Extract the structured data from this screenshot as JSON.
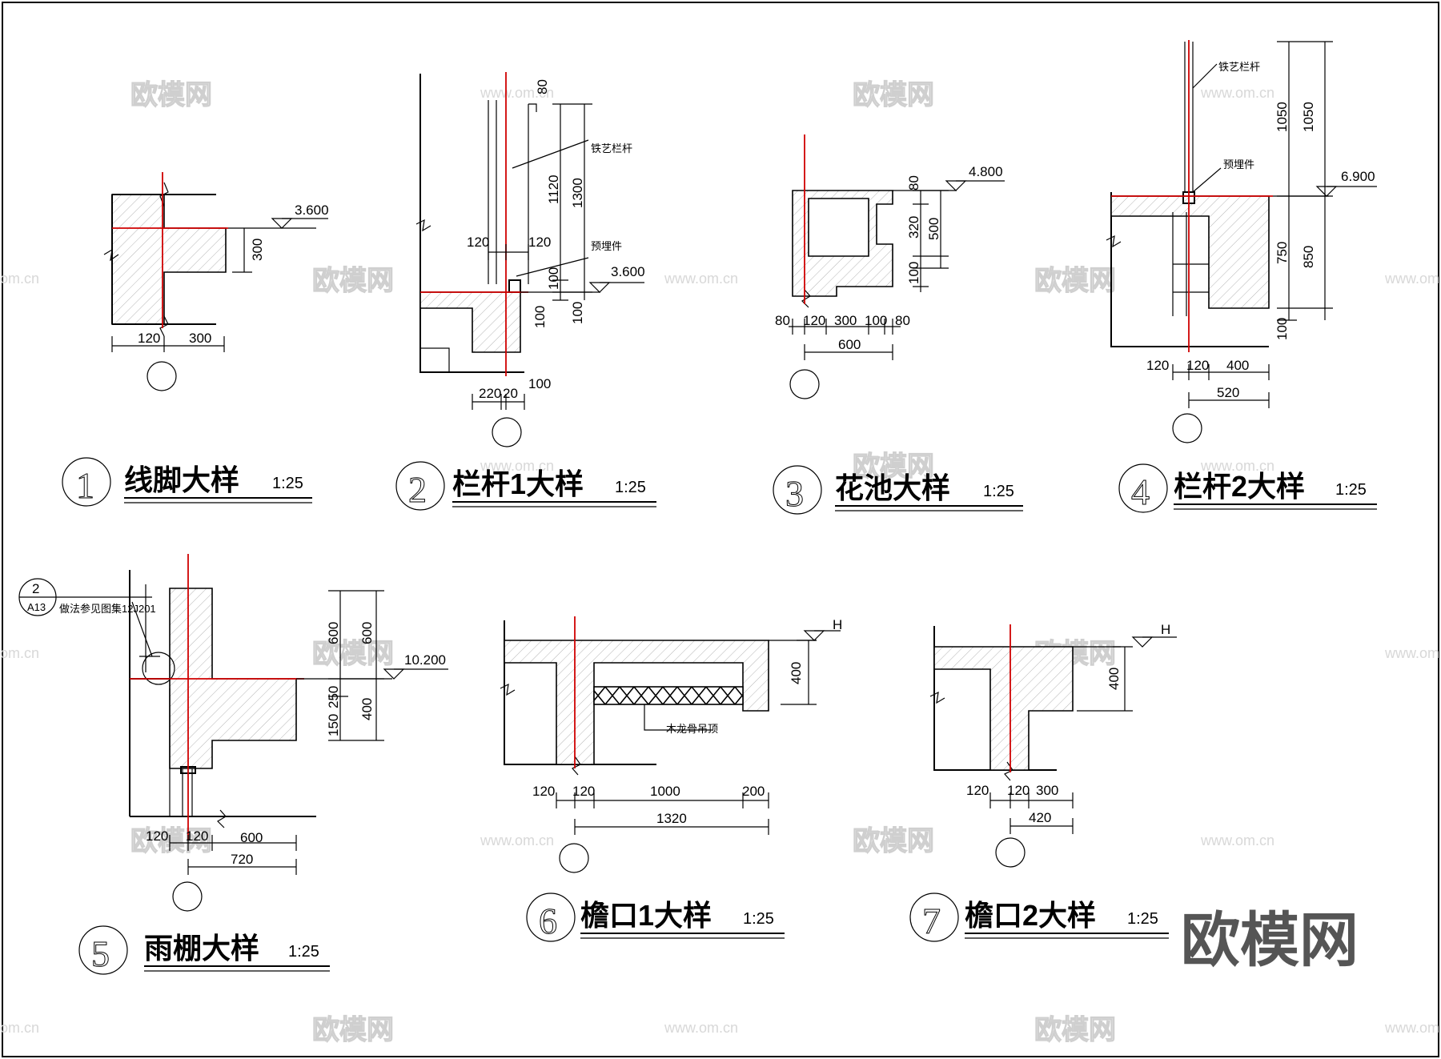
{
  "details": [
    {
      "id": "d1",
      "number": "1",
      "title": "线脚大样",
      "scale": "1:25",
      "elevation": "3.600",
      "dims": [
        "300",
        "120",
        "300"
      ]
    },
    {
      "id": "d2",
      "number": "2",
      "title": "栏杆1大样",
      "scale": "1:25",
      "elevation": "3.600",
      "notes": [
        "铁艺栏杆",
        "预埋件"
      ],
      "dims": [
        "80",
        "1120",
        "1300",
        "120",
        "120",
        "100",
        "100",
        "100",
        "100",
        "220",
        "20"
      ]
    },
    {
      "id": "d3",
      "number": "3",
      "title": "花池大样",
      "scale": "1:25",
      "elevation": "4.800",
      "dims": [
        "80",
        "320",
        "500",
        "100",
        "80",
        "120",
        "300",
        "100",
        "80",
        "600"
      ]
    },
    {
      "id": "d4",
      "number": "4",
      "title": "栏杆2大样",
      "scale": "1:25",
      "elevation": "6.900",
      "notes": [
        "铁艺栏杆",
        "预埋件"
      ],
      "dims": [
        "1050",
        "1050",
        "750",
        "850",
        "100",
        "120",
        "120",
        "400",
        "520"
      ]
    },
    {
      "id": "d5",
      "number": "5",
      "title": "雨棚大样",
      "scale": "1:25",
      "elevation": "10.200",
      "ref_top": "2",
      "ref_bottom": "A13",
      "notes": [
        "做法参见图集12J201"
      ],
      "dims": [
        "600",
        "600",
        "250",
        "400",
        "150",
        "120",
        "120",
        "600",
        "720"
      ]
    },
    {
      "id": "d6",
      "number": "6",
      "title": "檐口1大样",
      "scale": "1:25",
      "elevation": "H",
      "notes": [
        "木龙骨吊顶"
      ],
      "dims": [
        "400",
        "120",
        "120",
        "1000",
        "200",
        "1320"
      ]
    },
    {
      "id": "d7",
      "number": "7",
      "title": "檐口2大样",
      "scale": "1:25",
      "elevation": "H",
      "dims": [
        "400",
        "120",
        "120",
        "300",
        "420"
      ]
    }
  ],
  "watermark": {
    "logo": "欧模网",
    "url": "www.om.cn",
    "url_short": "om.cn"
  }
}
